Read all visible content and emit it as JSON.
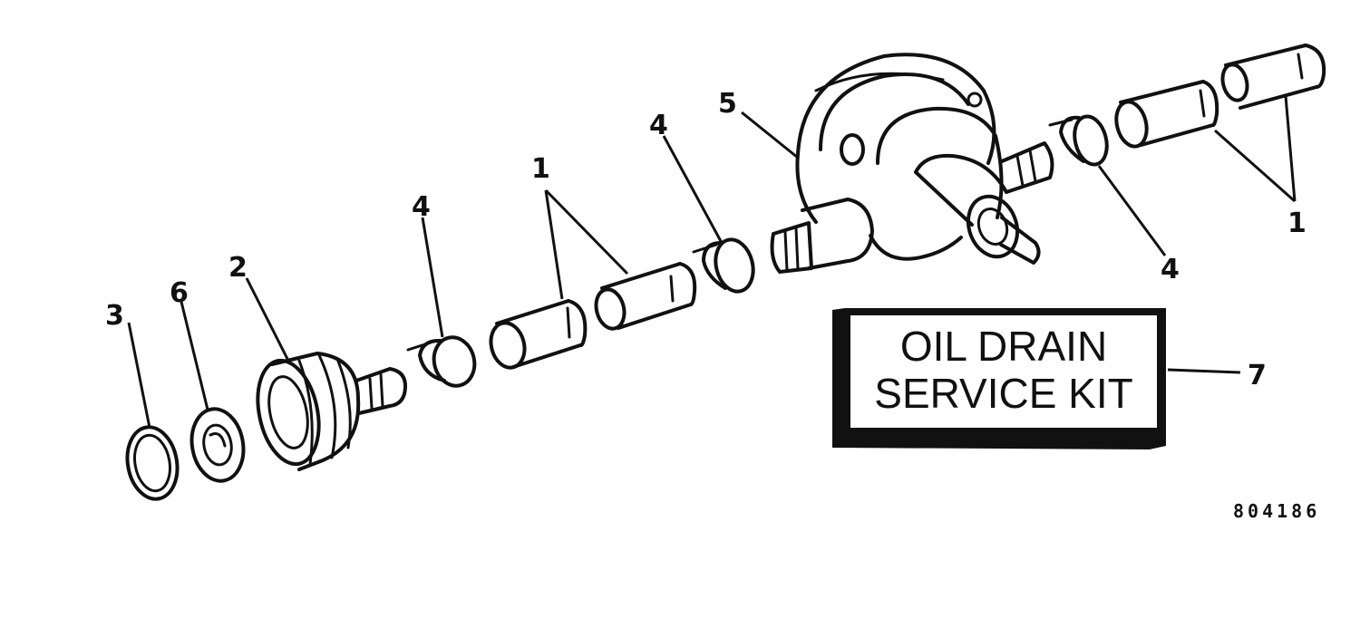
{
  "kit_label": {
    "line1": "OIL DRAIN",
    "line2": "SERVICE KIT"
  },
  "figure_number": "804186",
  "callouts": {
    "washer": "3",
    "o_ring": "6",
    "fitting_nut": "2",
    "clamp_left": "4",
    "hose_left": "1",
    "clamp_middle": "4",
    "valve": "5",
    "clamp_right": "4",
    "hose_right": "1",
    "kit": "7"
  }
}
